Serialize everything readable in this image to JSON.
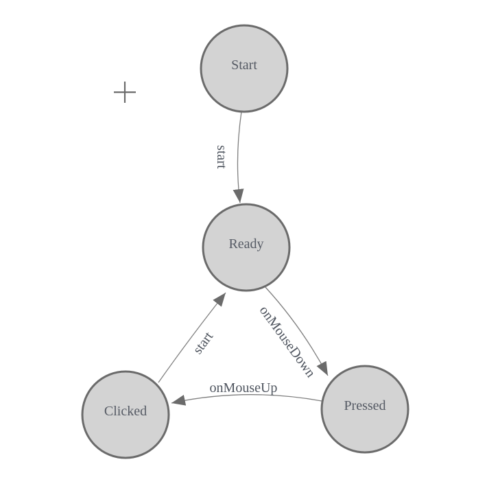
{
  "canvas": {
    "background": "#ffffff"
  },
  "style": {
    "node_fill": "#d3d3d3",
    "node_stroke": "#6b6b6b",
    "edge_color": "#7f7f7f",
    "arrow_color": "#6b6b6b",
    "node_label_color": "#555a64",
    "edge_label_color": "#4e545e"
  },
  "diagram": {
    "type": "state-machine",
    "nodes": [
      {
        "id": "start",
        "label": "Start"
      },
      {
        "id": "ready",
        "label": "Ready"
      },
      {
        "id": "clicked",
        "label": "Clicked"
      },
      {
        "id": "pressed",
        "label": "Pressed"
      }
    ],
    "edges": [
      {
        "from": "start",
        "to": "ready",
        "label": "start"
      },
      {
        "from": "clicked",
        "to": "ready",
        "label": "start"
      },
      {
        "from": "ready",
        "to": "pressed",
        "label": "onMouseDown"
      },
      {
        "from": "pressed",
        "to": "clicked",
        "label": "onMouseUp"
      }
    ],
    "tools": [
      {
        "id": "plus",
        "icon": "plus-icon"
      }
    ]
  }
}
